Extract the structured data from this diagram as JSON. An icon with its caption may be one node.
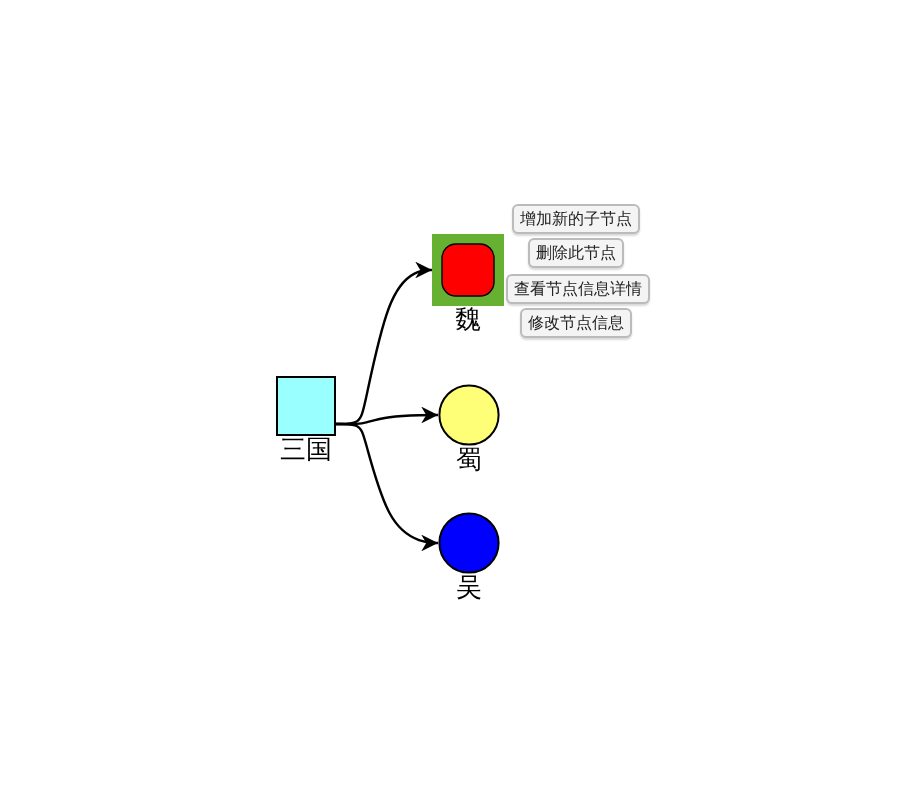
{
  "diagram": {
    "nodes": [
      {
        "text": [
          "三国"
        ]
      },
      {
        "text": [
          "魏"
        ]
      },
      {
        "text": [
          "蜀"
        ]
      },
      {
        "text": [
          "吴"
        ]
      }
    ],
    "edges": [
      {
        "from": 0,
        "to": 1,
        "arrow": "to"
      },
      {
        "from": 0,
        "to": 2,
        "arrow": "to"
      },
      {
        "from": 0,
        "to": 3,
        "arrow": "to"
      }
    ],
    "labels": [
      "增加新的子节点",
      "删除此节点",
      "查看节点信息详情",
      "修改节点信息"
    ]
  }
}
